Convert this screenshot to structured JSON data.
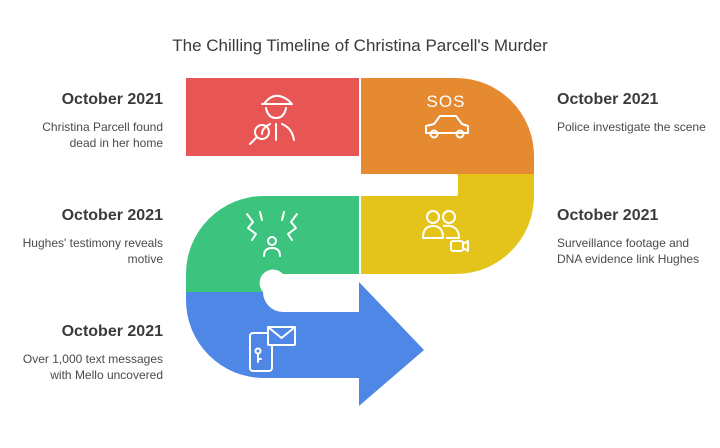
{
  "title": "The Chilling Timeline of Christina Parcell's Murder",
  "events": [
    {
      "date": "October 2021",
      "description": "Christina Parcell found dead in her home",
      "color": "#e85555",
      "icon": "detective-icon"
    },
    {
      "date": "October 2021",
      "description": "Police investigate the scene",
      "color": "#e68a31",
      "icon": "sos-police-car-icon",
      "icon_text": "SOS"
    },
    {
      "date": "October 2021",
      "description": "Surveillance footage and DNA evidence link Hughes",
      "color": "#e4c41b",
      "icon": "people-camera-icon"
    },
    {
      "date": "October 2021",
      "description": "Hughes' testimony reveals motive",
      "color": "#3cc47e",
      "icon": "person-tension-icon"
    },
    {
      "date": "October 2021",
      "description": "Over 1,000 text messages with Mello uncovered",
      "color": "#4f87e6",
      "icon": "phone-message-icon"
    }
  ]
}
